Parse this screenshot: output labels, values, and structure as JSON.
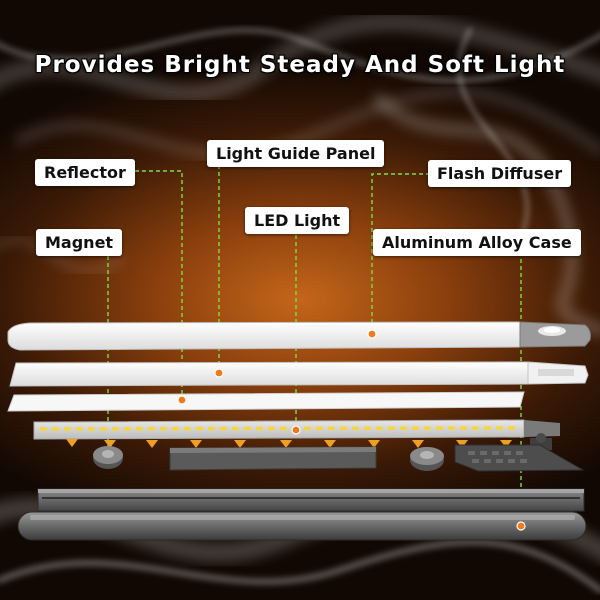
{
  "headline": "Provides Bright Steady And Soft Light",
  "labels": {
    "light_guide_panel": "Light Guide Panel",
    "reflector": "Reflector",
    "flash_diffuser": "Flash Diffuser",
    "led_light": "LED Light",
    "magnet": "Magnet",
    "aluminum_alloy_case": "Aluminum Alloy Case"
  },
  "colors": {
    "leader_line": "#7ddf3e",
    "marker_dot": "#f07a1a",
    "light_arrow": "#f0a020",
    "led_chip": "#f5d640"
  }
}
